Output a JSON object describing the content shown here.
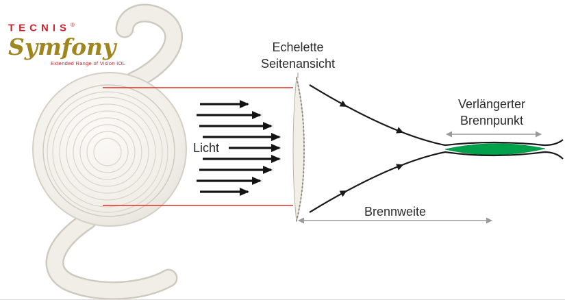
{
  "logo": {
    "brand": "TECNIS",
    "registered": "®",
    "product": "Symfony",
    "tagline": "Extended Range of Vision IOL"
  },
  "labels": {
    "echelette_title_line1": "Echelette",
    "echelette_title_line2": "Seitenansicht",
    "light": "Licht",
    "extended_focus_line1": "Verlängerter",
    "extended_focus_line2": "Brennpunkt",
    "focal_length": "Brennweite"
  },
  "colors": {
    "brand_red": "#C8242B",
    "brand_gold": "#A0861F",
    "guide_red": "#D93025",
    "light_arrow_black": "#141414",
    "ray_black": "#1a1a1a",
    "focus_green": "#00A14B",
    "measure_gray": "#9A9A9A",
    "lens_body": "#F2EFE9"
  }
}
